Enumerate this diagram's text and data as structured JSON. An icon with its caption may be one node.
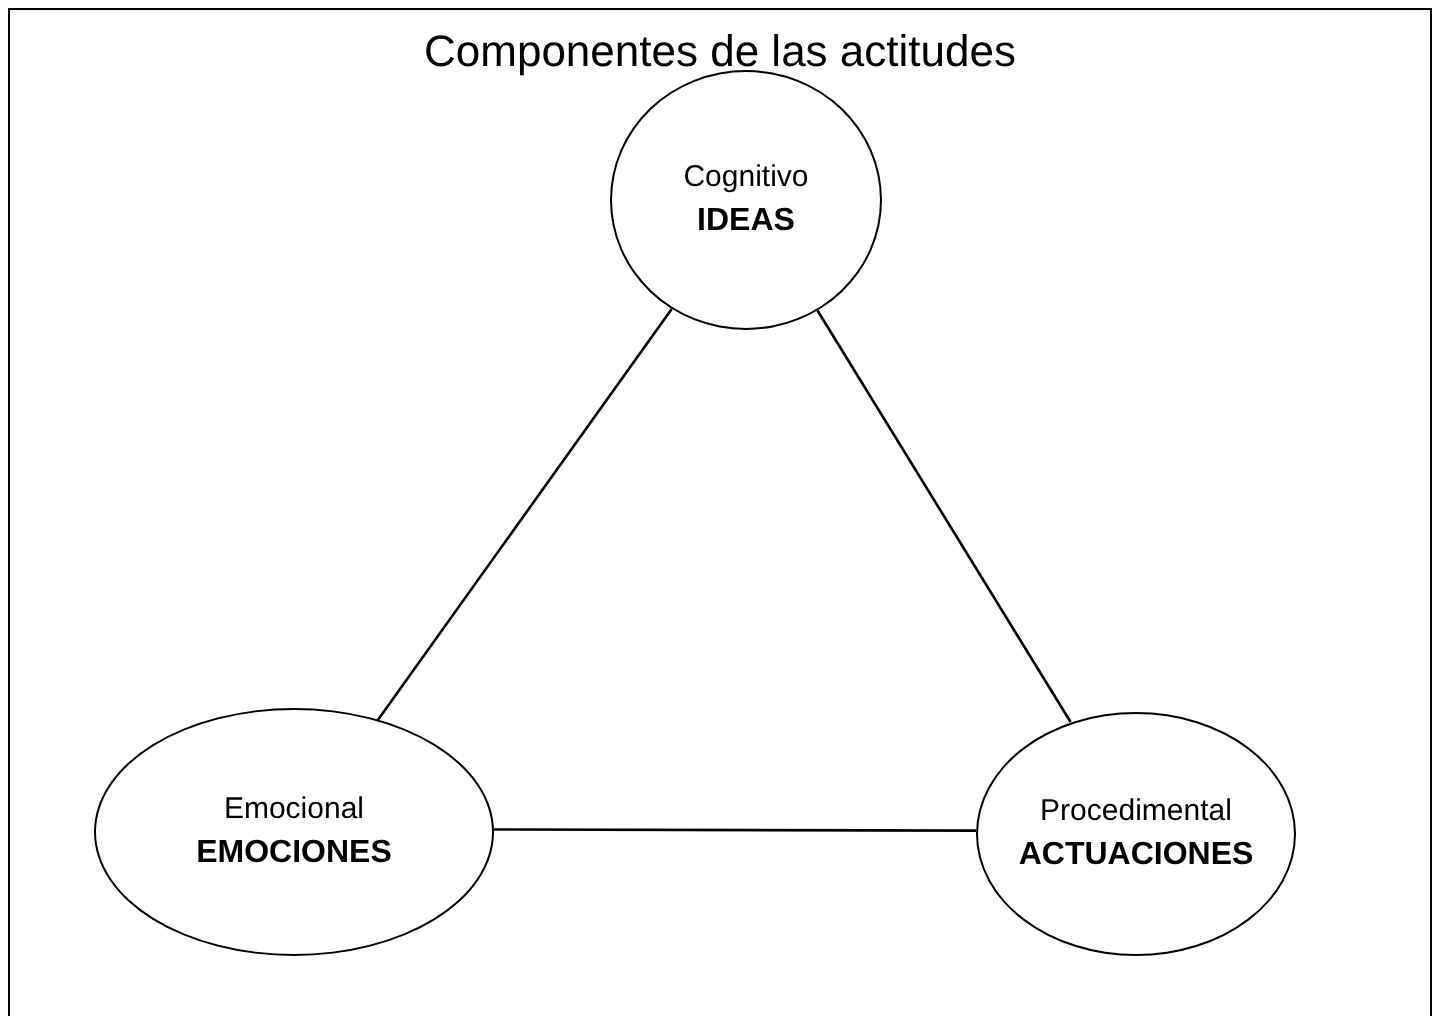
{
  "diagram": {
    "title": "Componentes de las actitudes",
    "nodes": [
      {
        "text": [
          "Cognitivo",
          "IDEAS"
        ]
      },
      {
        "text": [
          "Emocional",
          "EMOCIONES"
        ]
      },
      {
        "text": [
          "Procedimental",
          "ACTUACIONES"
        ]
      }
    ],
    "edges": [
      {
        "from": 0,
        "to": 1,
        "arrow": "none"
      },
      {
        "from": 0,
        "to": 2,
        "arrow": "none"
      },
      {
        "from": 1,
        "to": 2,
        "arrow": "none"
      }
    ]
  }
}
